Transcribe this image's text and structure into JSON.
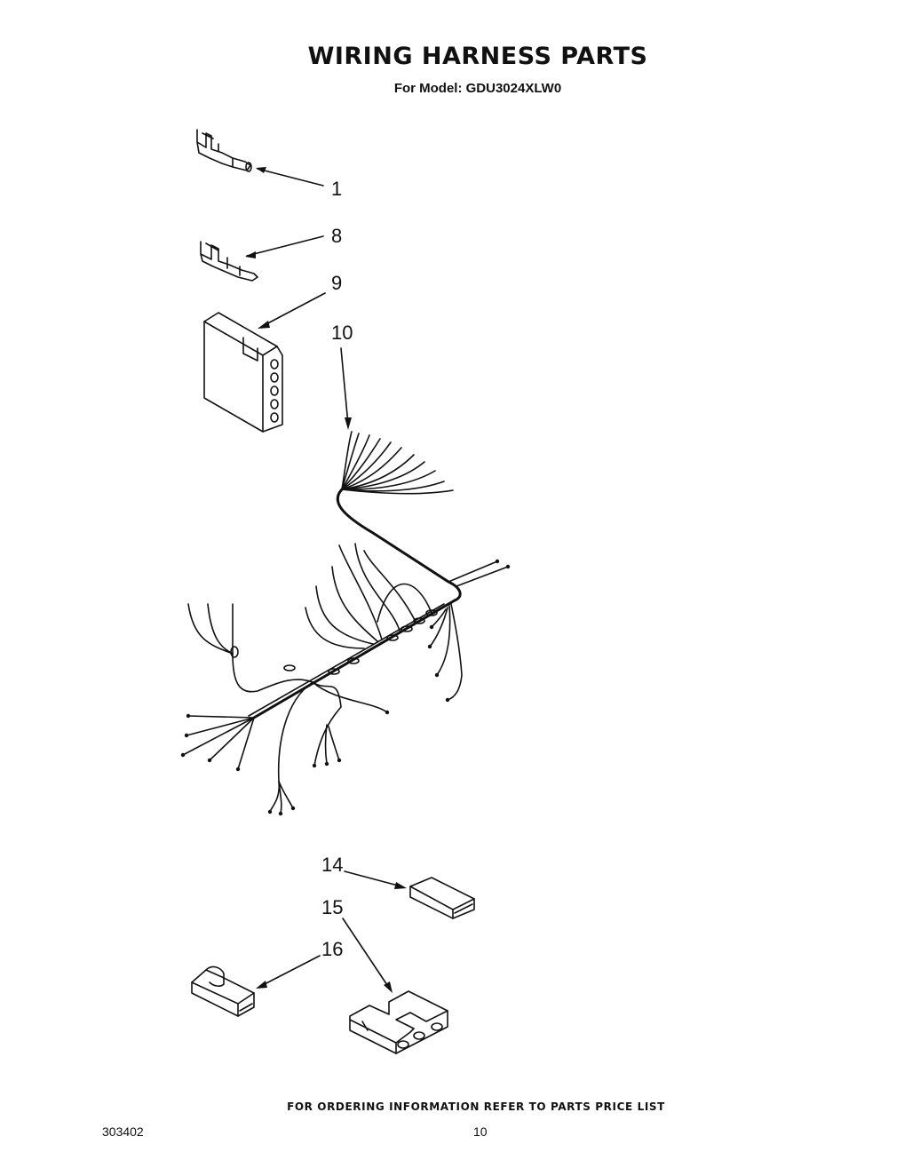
{
  "header": {
    "title": "WIRING HARNESS PARTS",
    "subtitle": "For Model: GDU3024XLW0"
  },
  "callouts": [
    {
      "id": "callout-1",
      "label": "1"
    },
    {
      "id": "callout-8",
      "label": "8"
    },
    {
      "id": "callout-9",
      "label": "9"
    },
    {
      "id": "callout-10",
      "label": "10"
    },
    {
      "id": "callout-14",
      "label": "14"
    },
    {
      "id": "callout-15",
      "label": "15"
    },
    {
      "id": "callout-16",
      "label": "16"
    }
  ],
  "footer": {
    "note": "FOR ORDERING INFORMATION REFER TO PARTS PRICE LIST",
    "doc_number": "303402",
    "page_number": "10"
  }
}
